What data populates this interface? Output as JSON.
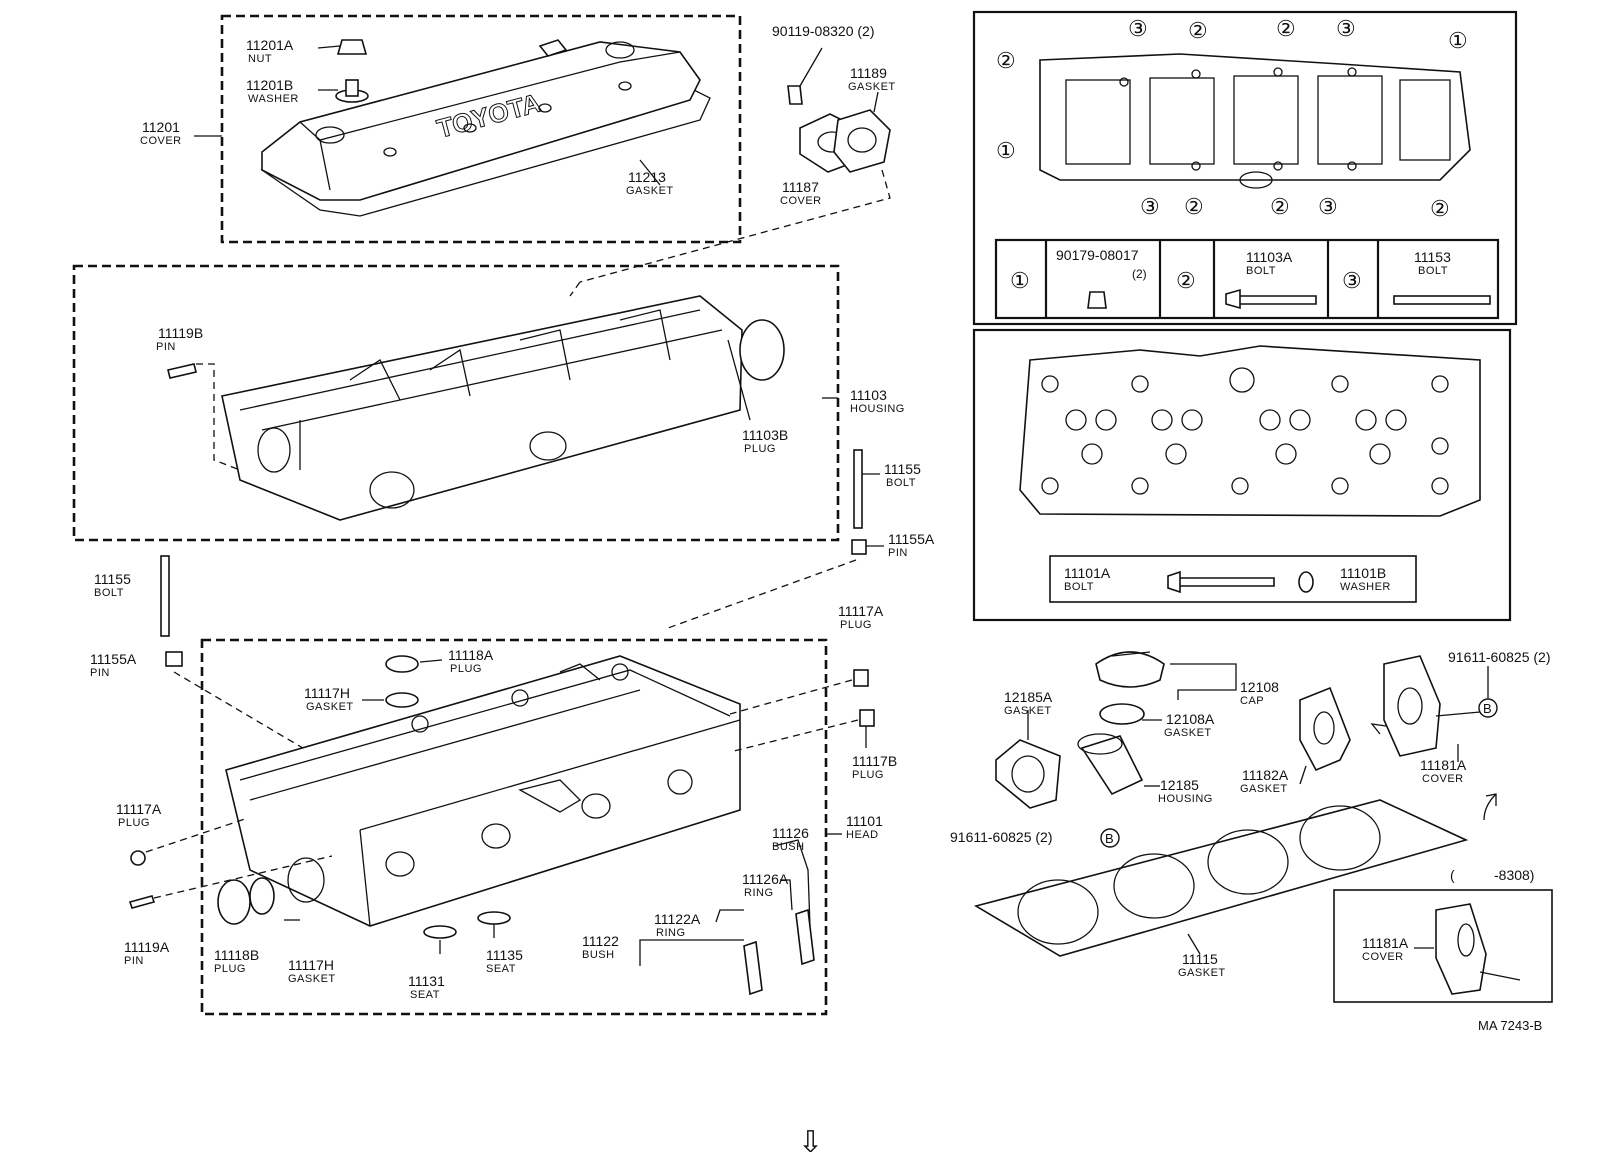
{
  "callouts": {
    "c11201A": {
      "num": "11201A",
      "name": "NUT"
    },
    "c11201B": {
      "num": "11201B",
      "name": "WASHER"
    },
    "c11201": {
      "num": "11201",
      "name": "COVER"
    },
    "c11213": {
      "num": "11213",
      "name": "GASKET"
    },
    "c90119": {
      "num": "90119-08320 (2)",
      "name": ""
    },
    "c11189": {
      "num": "11189",
      "name": "GASKET"
    },
    "c11187": {
      "num": "11187",
      "name": "COVER"
    },
    "c11119B": {
      "num": "11119B",
      "name": "PIN"
    },
    "c11103": {
      "num": "11103",
      "name": "HOUSING"
    },
    "c11103B": {
      "num": "11103B",
      "name": "PLUG"
    },
    "c11155top": {
      "num": "11155",
      "name": "BOLT"
    },
    "c11155Atop": {
      "num": "11155A",
      "name": "PIN"
    },
    "c11155left": {
      "num": "11155",
      "name": "BOLT"
    },
    "c11155Aleft": {
      "num": "11155A",
      "name": "PIN"
    },
    "c11118A": {
      "num": "11118A",
      "name": "PLUG"
    },
    "c11117Htop": {
      "num": "11117H",
      "name": "GASKET"
    },
    "c11117Aright": {
      "num": "11117A",
      "name": "PLUG"
    },
    "c11117B": {
      "num": "11117B",
      "name": "PLUG"
    },
    "c11101": {
      "num": "11101",
      "name": "HEAD"
    },
    "c11117Aleft": {
      "num": "11117A",
      "name": "PLUG"
    },
    "c11126": {
      "num": "11126",
      "name": "BUSH"
    },
    "c11126A": {
      "num": "11126A",
      "name": "RING"
    },
    "c11122A": {
      "num": "11122A",
      "name": "RING"
    },
    "c11122": {
      "num": "11122",
      "name": "BUSH"
    },
    "c11119A": {
      "num": "11119A",
      "name": "PIN"
    },
    "c11118B": {
      "num": "11118B",
      "name": "PLUG"
    },
    "c11117Hbot": {
      "num": "11117H",
      "name": "GASKET"
    },
    "c11131": {
      "num": "11131",
      "name": "SEAT"
    },
    "c11135": {
      "num": "11135",
      "name": "SEAT"
    },
    "c11101A": {
      "num": "11101A",
      "name": "BOLT"
    },
    "c11101B": {
      "num": "11101B",
      "name": "WASHER"
    },
    "c12108": {
      "num": "12108",
      "name": "CAP"
    },
    "c12108A": {
      "num": "12108A",
      "name": "GASKET"
    },
    "c12185A": {
      "num": "12185A",
      "name": "GASKET"
    },
    "c12185": {
      "num": "12185",
      "name": "HOUSING"
    },
    "c11182A": {
      "num": "11182A",
      "name": "GASKET"
    },
    "c11181A": {
      "num": "11181A",
      "name": "COVER"
    },
    "c11181Ainset": {
      "num": "11181A",
      "name": "COVER"
    },
    "c11115": {
      "num": "11115",
      "name": "GASKET"
    }
  },
  "fastener_table": {
    "m1": "①",
    "m2": "②",
    "m3": "③",
    "p1": "90179-08017",
    "p1qty": "(2)",
    "p2": "11103A",
    "p2name": "BOLT",
    "p3": "11153",
    "p3name": "BOLT"
  },
  "markers": {
    "one": "①",
    "two": "②",
    "three": "③"
  },
  "bolt_note_left": "91611-60825 (2)",
  "bolt_note_right": "91611-60825 (2)",
  "bolt_marker": "B",
  "date_range_open": "(",
  "date_range": "-8308)",
  "toyota_text": "TOYOTA",
  "figure_code": "MA 7243-B",
  "nav_arrow": "⇩"
}
